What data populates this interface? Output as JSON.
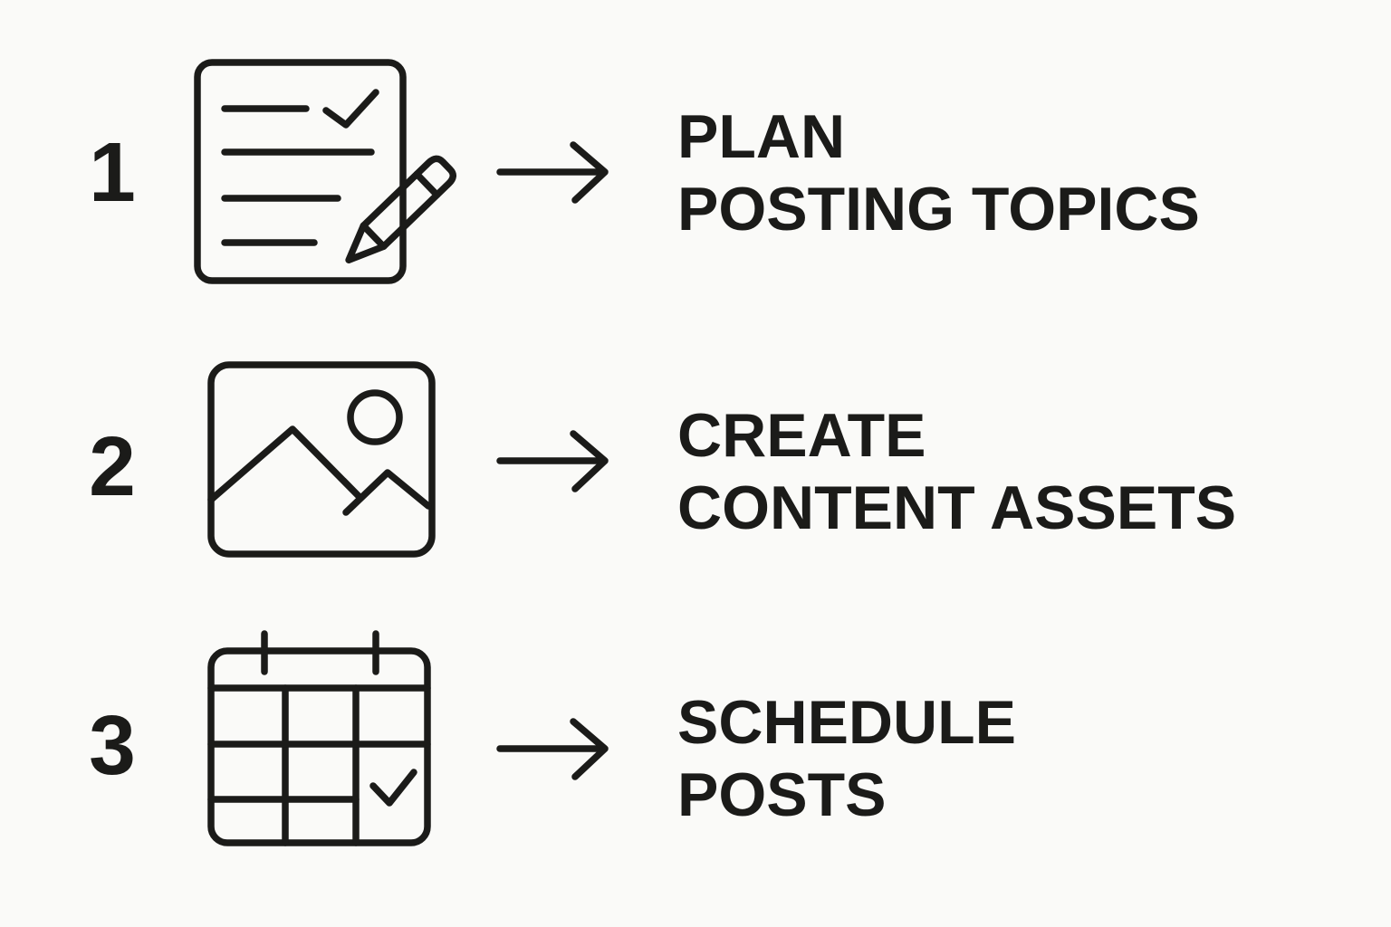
{
  "colors": {
    "ink": "#1b1b19",
    "background": "#fafaf8"
  },
  "steps": [
    {
      "number": "1",
      "icon": "checklist-pencil-icon",
      "label_line1": "PLAN",
      "label_line2": "POSTING TOPICS"
    },
    {
      "number": "2",
      "icon": "image-icon",
      "label_line1": "CREATE",
      "label_line2": "CONTENT ASSETS"
    },
    {
      "number": "3",
      "icon": "calendar-check-icon",
      "label_line1": "SCHEDULE",
      "label_line2": "POSTS"
    }
  ]
}
